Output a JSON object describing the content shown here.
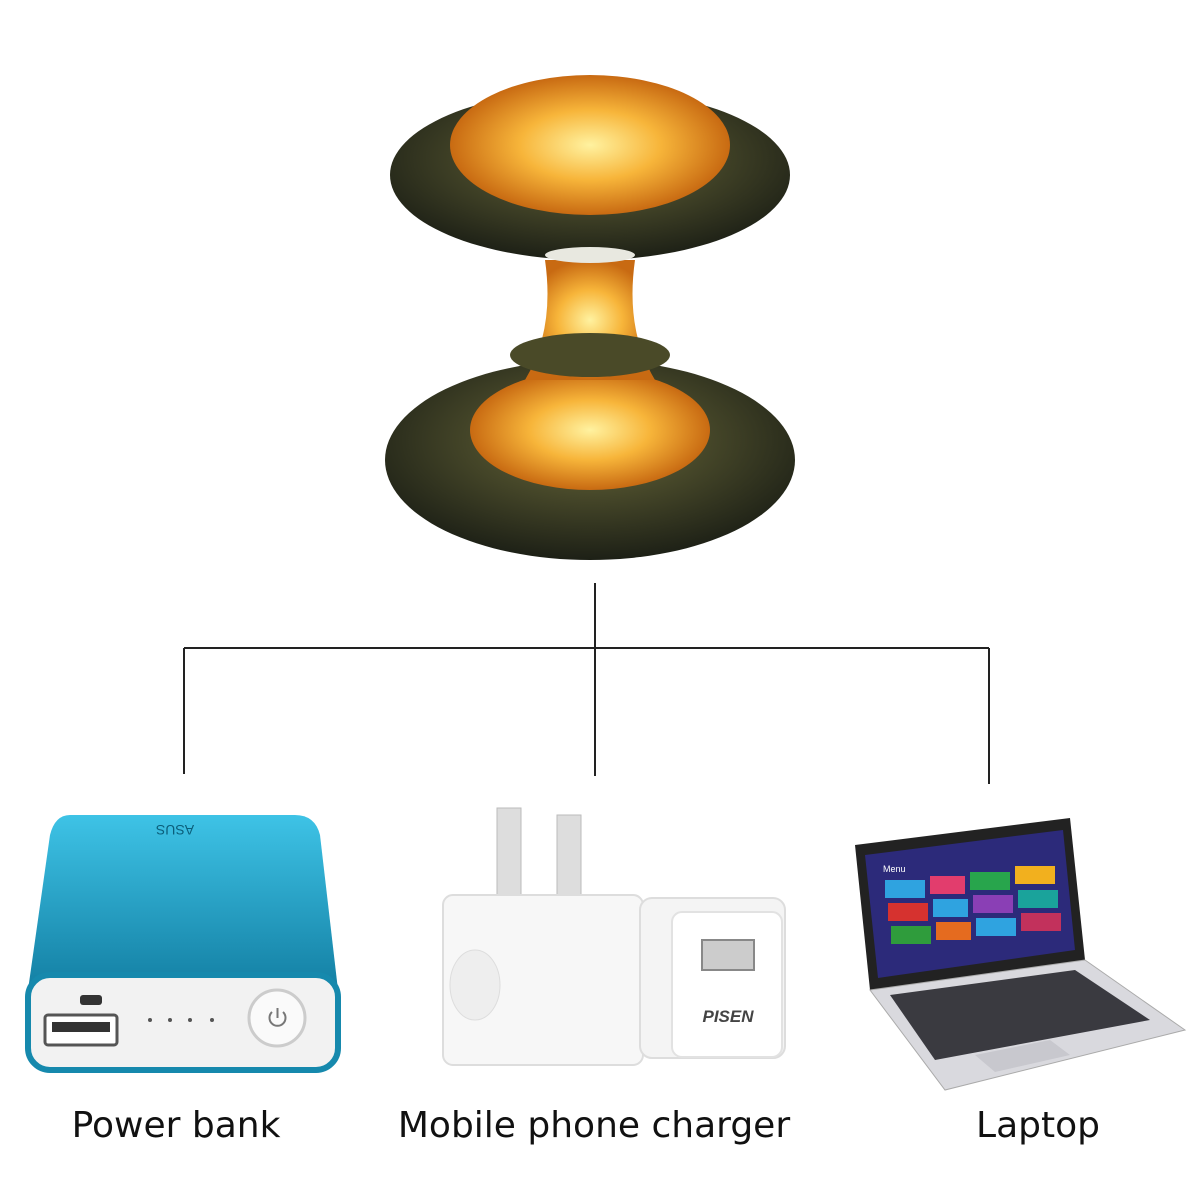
{
  "product": {
    "name": "mushroom-cloud-lamp"
  },
  "devices": [
    {
      "label": "Power bank",
      "icon": "power-bank",
      "logo": "ASUS",
      "color": "#1a9fc4"
    },
    {
      "label": "Mobile phone charger",
      "icon": "phone-charger",
      "logo": "PISEN"
    },
    {
      "label": "Laptop",
      "icon": "laptop",
      "screen_title": "Menu"
    }
  ],
  "colors": {
    "connector": "#222222",
    "fire": "#f5a623",
    "smoke": "#3b4028"
  }
}
